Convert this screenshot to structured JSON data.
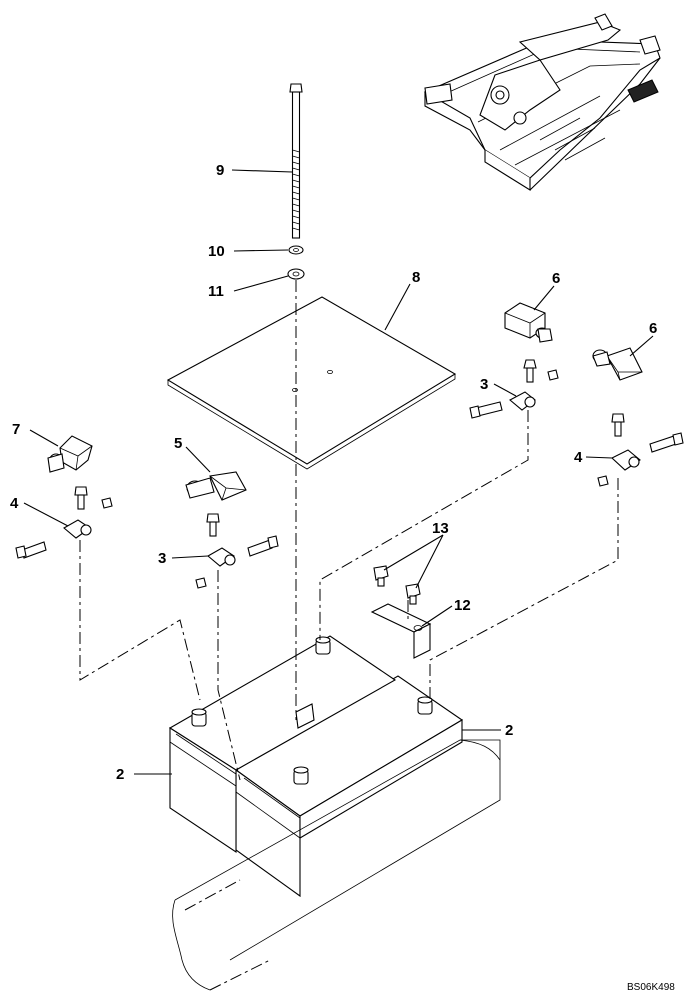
{
  "diagram": {
    "callouts": [
      "9",
      "10",
      "11",
      "8",
      "6",
      "6",
      "3",
      "7",
      "5",
      "4",
      "4",
      "3",
      "13",
      "12",
      "2",
      "2"
    ],
    "drawing_code": "BS06K498"
  }
}
